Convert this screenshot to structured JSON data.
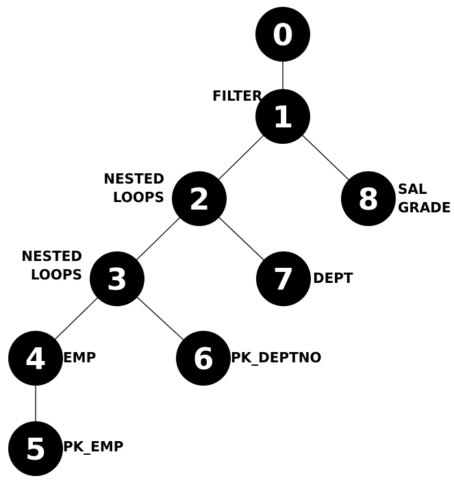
{
  "colors": {
    "node_fill": "#000000",
    "node_text": "#ffffff",
    "edge": "#000000",
    "label_text": "#000000",
    "background": "#ffffff"
  },
  "tree": {
    "nodes": [
      {
        "id": "0",
        "number": "0",
        "label_lines": []
      },
      {
        "id": "1",
        "number": "1",
        "label_lines": [
          "FILTER"
        ]
      },
      {
        "id": "2",
        "number": "2",
        "label_lines": [
          "NESTED",
          "LOOPS"
        ]
      },
      {
        "id": "3",
        "number": "3",
        "label_lines": [
          "NESTED",
          "LOOPS"
        ]
      },
      {
        "id": "4",
        "number": "4",
        "label_lines": [
          "EMP"
        ]
      },
      {
        "id": "5",
        "number": "5",
        "label_lines": [
          "PK_EMP"
        ]
      },
      {
        "id": "6",
        "number": "6",
        "label_lines": [
          "PK_DEPTNO"
        ]
      },
      {
        "id": "7",
        "number": "7",
        "label_lines": [
          "DEPT"
        ]
      },
      {
        "id": "8",
        "number": "8",
        "label_lines": [
          "SAL",
          "GRADE"
        ]
      }
    ],
    "edges": [
      {
        "from": "0",
        "to": "1"
      },
      {
        "from": "1",
        "to": "2"
      },
      {
        "from": "1",
        "to": "8"
      },
      {
        "from": "2",
        "to": "3"
      },
      {
        "from": "2",
        "to": "7"
      },
      {
        "from": "3",
        "to": "4"
      },
      {
        "from": "3",
        "to": "6"
      },
      {
        "from": "4",
        "to": "5"
      }
    ]
  }
}
